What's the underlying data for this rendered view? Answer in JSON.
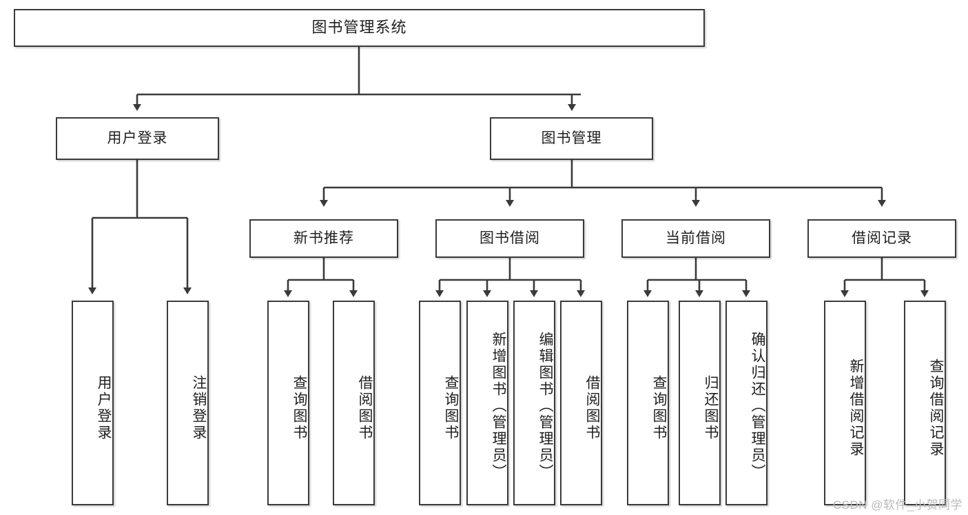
{
  "diagram": {
    "title": "图书管理系统",
    "type": "tree",
    "watermark": "CSDN @软件_小贺同学",
    "colors": {
      "box_border": "#3a3a3a",
      "box_fill": "#ffffff",
      "connector": "#3a3a3a",
      "text": "#1f1f1f",
      "watermark": "#b9b9b9",
      "background": "#ffffff"
    },
    "nodes": {
      "root": {
        "label": "图书管理系统",
        "orientation": "horizontal"
      },
      "level2": [
        {
          "id": "user-login",
          "label": "用户登录",
          "orientation": "horizontal"
        },
        {
          "id": "book-manage",
          "label": "图书管理",
          "orientation": "horizontal"
        }
      ],
      "level3": [
        {
          "id": "new-book-recommend",
          "label": "新书推荐",
          "orientation": "horizontal"
        },
        {
          "id": "book-borrow",
          "label": "图书借阅",
          "orientation": "horizontal"
        },
        {
          "id": "current-borrow",
          "label": "当前借阅",
          "orientation": "horizontal"
        },
        {
          "id": "borrow-record",
          "label": "借阅记录",
          "orientation": "horizontal"
        }
      ],
      "leaves": [
        {
          "id": "leaf-user-login",
          "label": "用户登录",
          "orientation": "vertical",
          "parent": "user-login"
        },
        {
          "id": "leaf-user-logout",
          "label": "注销登录",
          "orientation": "vertical",
          "parent": "user-login"
        },
        {
          "id": "leaf-query-book-1",
          "label": "查询图书",
          "orientation": "vertical",
          "parent": "new-book-recommend"
        },
        {
          "id": "leaf-borrow-book-1",
          "label": "借阅图书",
          "orientation": "vertical",
          "parent": "new-book-recommend"
        },
        {
          "id": "leaf-query-book-2",
          "label": "查询图书",
          "orientation": "vertical",
          "parent": "book-borrow"
        },
        {
          "id": "leaf-add-book",
          "label": "新增图书（管理员）",
          "orientation": "vertical",
          "parent": "book-borrow"
        },
        {
          "id": "leaf-edit-book",
          "label": "编辑图书（管理员）",
          "orientation": "vertical",
          "parent": "book-borrow"
        },
        {
          "id": "leaf-borrow-book-2",
          "label": "借阅图书",
          "orientation": "vertical",
          "parent": "book-borrow"
        },
        {
          "id": "leaf-query-book-3",
          "label": "查询图书",
          "orientation": "vertical",
          "parent": "current-borrow"
        },
        {
          "id": "leaf-return-book",
          "label": "归还图书",
          "orientation": "vertical",
          "parent": "current-borrow"
        },
        {
          "id": "leaf-confirm-return",
          "label": "确认归还（管理员）",
          "orientation": "vertical",
          "parent": "current-borrow"
        },
        {
          "id": "leaf-add-record",
          "label": "新增借阅记录",
          "orientation": "vertical",
          "parent": "borrow-record"
        },
        {
          "id": "leaf-query-record",
          "label": "查询借阅记录",
          "orientation": "vertical",
          "parent": "borrow-record"
        }
      ]
    }
  }
}
